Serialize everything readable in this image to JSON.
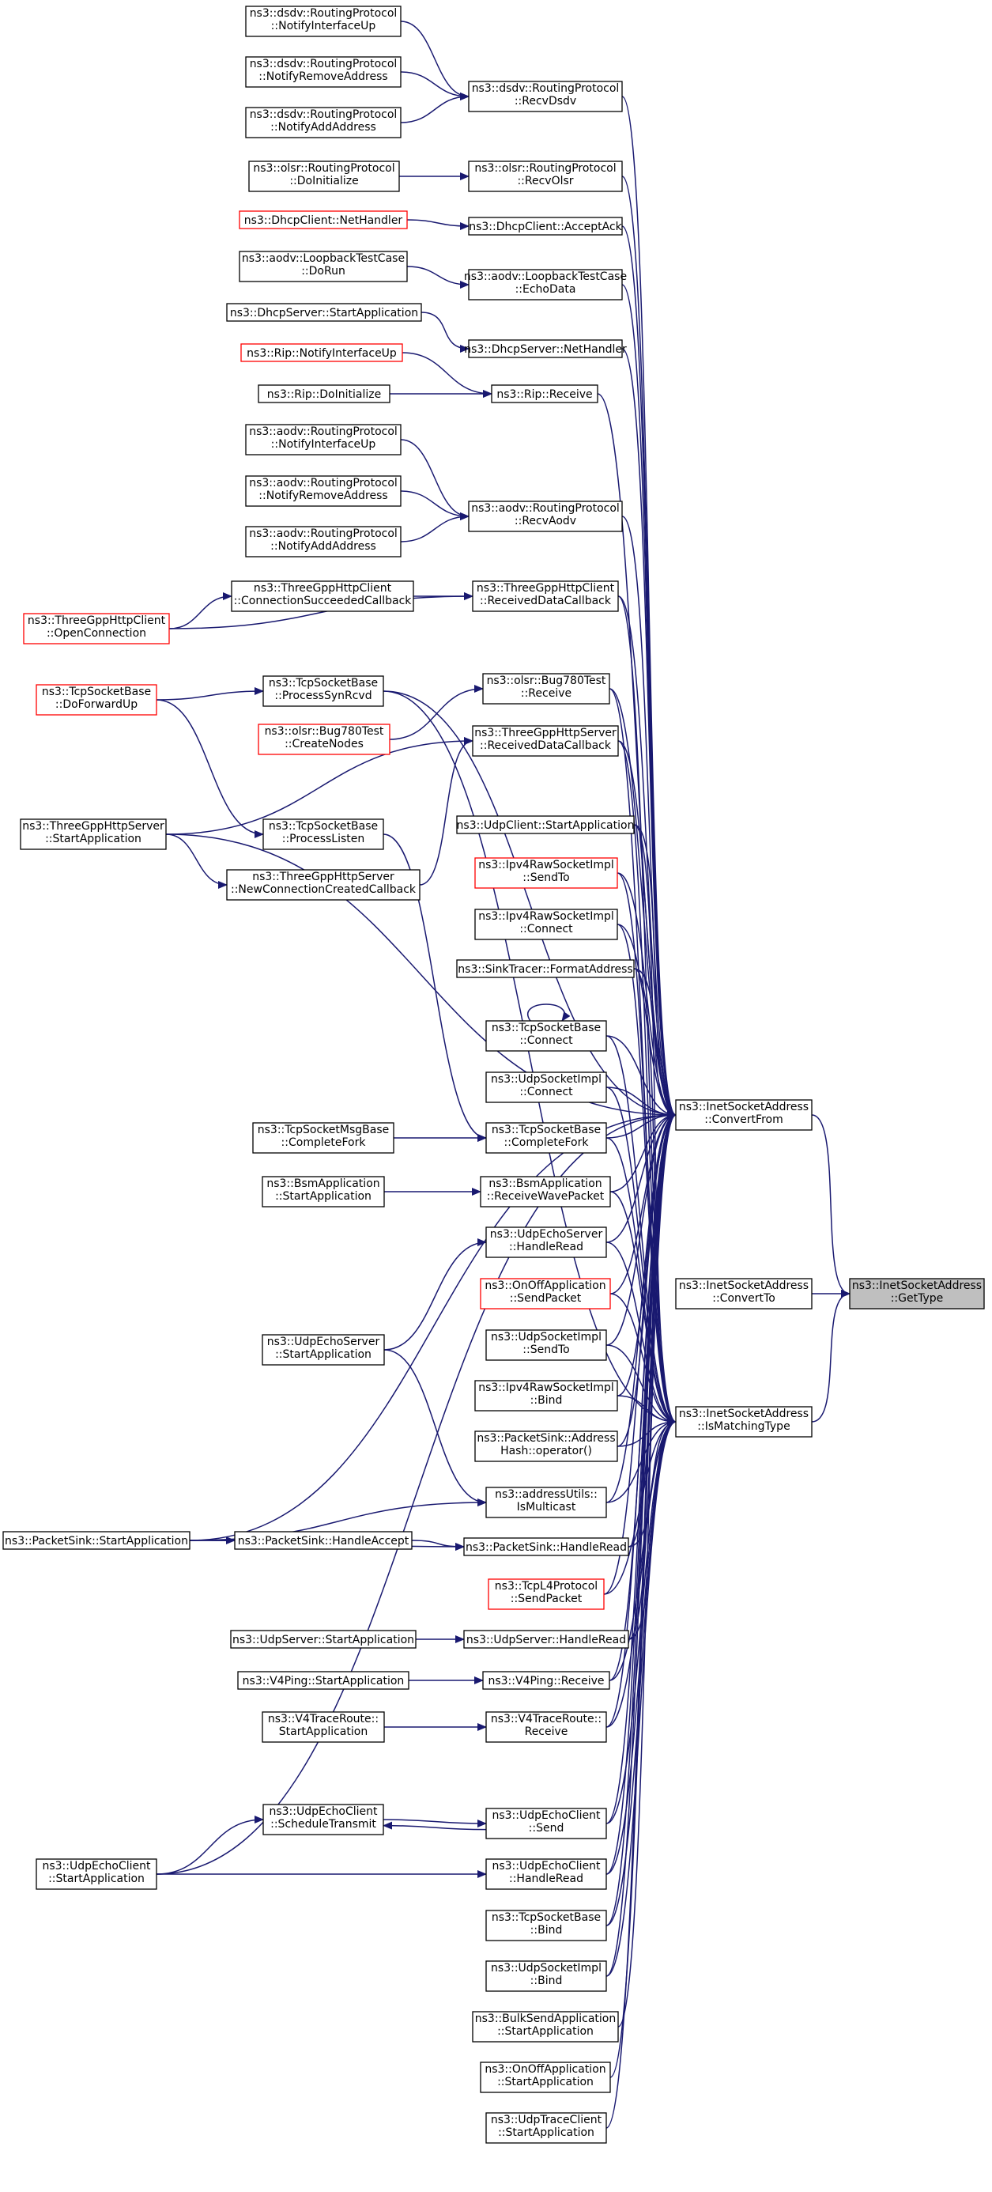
{
  "title": "ns3::InetSocketAddress::GetType caller graph",
  "colors": {
    "edge": "#191970",
    "node_border": "#000000",
    "node_border_link": "#ff0000",
    "focus_fill": "#bfbfbf"
  },
  "nodes": {
    "gettype": {
      "lines": [
        "ns3::InetSocketAddress",
        "::GetType"
      ],
      "style": "focus"
    },
    "convertfrom": {
      "lines": [
        "ns3::InetSocketAddress",
        "::ConvertFrom"
      ],
      "style": "normal"
    },
    "convertto": {
      "lines": [
        "ns3::InetSocketAddress",
        "::ConvertTo"
      ],
      "style": "normal"
    },
    "ismatchingtype": {
      "lines": [
        "ns3::InetSocketAddress",
        "::IsMatchingType"
      ],
      "style": "normal"
    },
    "dsdv_recv": {
      "lines": [
        "ns3::dsdv::RoutingProtocol",
        "::RecvDsdv"
      ],
      "style": "normal"
    },
    "dsdv_niu": {
      "lines": [
        "ns3::dsdv::RoutingProtocol",
        "::NotifyInterfaceUp"
      ],
      "style": "normal"
    },
    "dsdv_nra": {
      "lines": [
        "ns3::dsdv::RoutingProtocol",
        "::NotifyRemoveAddress"
      ],
      "style": "normal"
    },
    "dsdv_naa": {
      "lines": [
        "ns3::dsdv::RoutingProtocol",
        "::NotifyAddAddress"
      ],
      "style": "normal"
    },
    "olsr_recv": {
      "lines": [
        "ns3::olsr::RoutingProtocol",
        "::RecvOlsr"
      ],
      "style": "normal"
    },
    "olsr_init": {
      "lines": [
        "ns3::olsr::RoutingProtocol",
        "::DoInitialize"
      ],
      "style": "normal"
    },
    "dhcpc_ack": {
      "lines": [
        "ns3::DhcpClient::AcceptAck"
      ],
      "style": "normal"
    },
    "dhcpc_nh": {
      "lines": [
        "ns3::DhcpClient::NetHandler"
      ],
      "style": "red"
    },
    "aodv_echo": {
      "lines": [
        "ns3::aodv::LoopbackTestCase",
        "::EchoData"
      ],
      "style": "normal"
    },
    "aodv_dorun": {
      "lines": [
        "ns3::aodv::LoopbackTestCase",
        "::DoRun"
      ],
      "style": "normal"
    },
    "dhcps_nh": {
      "lines": [
        "ns3::DhcpServer::NetHandler"
      ],
      "style": "normal"
    },
    "dhcps_start": {
      "lines": [
        "ns3::DhcpServer::StartApplication"
      ],
      "style": "normal"
    },
    "rip_recv": {
      "lines": [
        "ns3::Rip::Receive"
      ],
      "style": "normal"
    },
    "rip_niu": {
      "lines": [
        "ns3::Rip::NotifyInterfaceUp"
      ],
      "style": "red"
    },
    "rip_init": {
      "lines": [
        "ns3::Rip::DoInitialize"
      ],
      "style": "normal"
    },
    "aodv_recv": {
      "lines": [
        "ns3::aodv::RoutingProtocol",
        "::RecvAodv"
      ],
      "style": "normal"
    },
    "aodv_niu": {
      "lines": [
        "ns3::aodv::RoutingProtocol",
        "::NotifyInterfaceUp"
      ],
      "style": "normal"
    },
    "aodv_nra": {
      "lines": [
        "ns3::aodv::RoutingProtocol",
        "::NotifyRemoveAddress"
      ],
      "style": "normal"
    },
    "aodv_naa": {
      "lines": [
        "ns3::aodv::RoutingProtocol",
        "::NotifyAddAddress"
      ],
      "style": "normal"
    },
    "http_csc": {
      "lines": [
        "ns3::ThreeGppHttpClient",
        "::ConnectionSucceededCallback"
      ],
      "style": "normal"
    },
    "http_rdc": {
      "lines": [
        "ns3::ThreeGppHttpClient",
        "::ReceivedDataCallback"
      ],
      "style": "normal"
    },
    "http_open": {
      "lines": [
        "ns3::ThreeGppHttpClient",
        "::OpenConnection"
      ],
      "style": "red"
    },
    "tcp_fwd": {
      "lines": [
        "ns3::TcpSocketBase",
        "::DoForwardUp"
      ],
      "style": "red"
    },
    "tcp_psr": {
      "lines": [
        "ns3::TcpSocketBase",
        "::ProcessSynRcvd"
      ],
      "style": "normal"
    },
    "olsr_bug_recv": {
      "lines": [
        "ns3::olsr::Bug780Test",
        "::Receive"
      ],
      "style": "normal"
    },
    "olsr_bug_cn": {
      "lines": [
        "ns3::olsr::Bug780Test",
        "::CreateNodes"
      ],
      "style": "red"
    },
    "https_rdc": {
      "lines": [
        "ns3::ThreeGppHttpServer",
        "::ReceivedDataCallback"
      ],
      "style": "normal"
    },
    "https_start": {
      "lines": [
        "ns3::ThreeGppHttpServer",
        "::StartApplication"
      ],
      "style": "normal"
    },
    "tcp_pl": {
      "lines": [
        "ns3::TcpSocketBase",
        "::ProcessListen"
      ],
      "style": "normal"
    },
    "https_ncc": {
      "lines": [
        "ns3::ThreeGppHttpServer",
        "::NewConnectionCreatedCallback"
      ],
      "style": "normal"
    },
    "udpc_start": {
      "lines": [
        "ns3::UdpClient::StartApplication"
      ],
      "style": "normal"
    },
    "ipv4raw_sendto": {
      "lines": [
        "ns3::Ipv4RawSocketImpl",
        "::SendTo"
      ],
      "style": "red"
    },
    "ipv4raw_connect": {
      "lines": [
        "ns3::Ipv4RawSocketImpl",
        "::Connect"
      ],
      "style": "normal"
    },
    "sink_fmt": {
      "lines": [
        "ns3::SinkTracer::FormatAddress"
      ],
      "style": "normal"
    },
    "tcp_connect": {
      "lines": [
        "ns3::TcpSocketBase",
        "::Connect"
      ],
      "style": "normal"
    },
    "udpsock_connect": {
      "lines": [
        "ns3::UdpSocketImpl",
        "::Connect"
      ],
      "style": "normal"
    },
    "tcp_cf": {
      "lines": [
        "ns3::TcpSocketBase",
        "::CompleteFork"
      ],
      "style": "normal"
    },
    "tcpmsg_cf": {
      "lines": [
        "ns3::TcpSocketMsgBase",
        "::CompleteFork"
      ],
      "style": "normal"
    },
    "bsm_rwp": {
      "lines": [
        "ns3::BsmApplication",
        "::ReceiveWavePacket"
      ],
      "style": "normal"
    },
    "bsm_start": {
      "lines": [
        "ns3::BsmApplication",
        "::StartApplication"
      ],
      "style": "normal"
    },
    "echos_hr": {
      "lines": [
        "ns3::UdpEchoServer",
        "::HandleRead"
      ],
      "style": "normal"
    },
    "onoff_sp": {
      "lines": [
        "ns3::OnOffApplication",
        "::SendPacket"
      ],
      "style": "red"
    },
    "echos_start": {
      "lines": [
        "ns3::UdpEchoServer",
        "::StartApplication"
      ],
      "style": "normal"
    },
    "udpsock_sendto": {
      "lines": [
        "ns3::UdpSocketImpl",
        "::SendTo"
      ],
      "style": "normal"
    },
    "ipv4raw_bind": {
      "lines": [
        "ns3::Ipv4RawSocketImpl",
        "::Bind"
      ],
      "style": "normal"
    },
    "sink_hash": {
      "lines": [
        "ns3::PacketSink::Address",
        "Hash::operator()"
      ],
      "style": "normal"
    },
    "addr_mc": {
      "lines": [
        "ns3::addressUtils::",
        "IsMulticast"
      ],
      "style": "normal"
    },
    "sink_start": {
      "lines": [
        "ns3::PacketSink::StartApplication"
      ],
      "style": "normal"
    },
    "sink_ha": {
      "lines": [
        "ns3::PacketSink::HandleAccept"
      ],
      "style": "normal"
    },
    "sink_hr": {
      "lines": [
        "ns3::PacketSink::HandleRead"
      ],
      "style": "normal"
    },
    "tcpl4_sp": {
      "lines": [
        "ns3::TcpL4Protocol",
        "::SendPacket"
      ],
      "style": "red"
    },
    "udps_start": {
      "lines": [
        "ns3::UdpServer::StartApplication"
      ],
      "style": "normal"
    },
    "udps_hr": {
      "lines": [
        "ns3::UdpServer::HandleRead"
      ],
      "style": "normal"
    },
    "v4ping_start": {
      "lines": [
        "ns3::V4Ping::StartApplication"
      ],
      "style": "normal"
    },
    "v4ping_recv": {
      "lines": [
        "ns3::V4Ping::Receive"
      ],
      "style": "normal"
    },
    "v4tr_start": {
      "lines": [
        "ns3::V4TraceRoute::",
        "StartApplication"
      ],
      "style": "normal"
    },
    "v4tr_recv": {
      "lines": [
        "ns3::V4TraceRoute::",
        "Receive"
      ],
      "style": "normal"
    },
    "echoc_st": {
      "lines": [
        "ns3::UdpEchoClient",
        "::ScheduleTransmit"
      ],
      "style": "normal"
    },
    "echoc_send": {
      "lines": [
        "ns3::UdpEchoClient",
        "::Send"
      ],
      "style": "normal"
    },
    "echoc_start": {
      "lines": [
        "ns3::UdpEchoClient",
        "::StartApplication"
      ],
      "style": "normal"
    },
    "echoc_hr": {
      "lines": [
        "ns3::UdpEchoClient",
        "::HandleRead"
      ],
      "style": "normal"
    },
    "tcp_bind": {
      "lines": [
        "ns3::TcpSocketBase",
        "::Bind"
      ],
      "style": "normal"
    },
    "udpsock_bind": {
      "lines": [
        "ns3::UdpSocketImpl",
        "::Bind"
      ],
      "style": "normal"
    },
    "bulk_start": {
      "lines": [
        "ns3::BulkSendApplication",
        "::StartApplication"
      ],
      "style": "normal"
    },
    "onoff_start": {
      "lines": [
        "ns3::OnOffApplication",
        "::StartApplication"
      ],
      "style": "normal"
    },
    "udptr_start": {
      "lines": [
        "ns3::UdpTraceClient",
        "::StartApplication"
      ],
      "style": "normal"
    }
  },
  "edges": [
    [
      "convertfrom",
      "gettype"
    ],
    [
      "convertto",
      "gettype"
    ],
    [
      "ismatchingtype",
      "gettype"
    ],
    [
      "dsdv_niu",
      "dsdv_recv"
    ],
    [
      "dsdv_nra",
      "dsdv_recv"
    ],
    [
      "dsdv_naa",
      "dsdv_recv"
    ],
    [
      "dsdv_recv",
      "convertfrom"
    ],
    [
      "olsr_init",
      "olsr_recv"
    ],
    [
      "olsr_recv",
      "convertfrom"
    ],
    [
      "dhcpc_nh",
      "dhcpc_ack"
    ],
    [
      "dhcpc_ack",
      "convertfrom"
    ],
    [
      "aodv_dorun",
      "aodv_echo"
    ],
    [
      "aodv_echo",
      "convertfrom"
    ],
    [
      "dhcps_start",
      "dhcps_nh"
    ],
    [
      "dhcps_nh",
      "convertfrom"
    ],
    [
      "rip_niu",
      "rip_recv"
    ],
    [
      "rip_init",
      "rip_recv"
    ],
    [
      "rip_recv",
      "convertfrom"
    ],
    [
      "aodv_niu",
      "aodv_recv"
    ],
    [
      "aodv_nra",
      "aodv_recv"
    ],
    [
      "aodv_naa",
      "aodv_recv"
    ],
    [
      "aodv_recv",
      "convertfrom"
    ],
    [
      "http_open",
      "http_csc"
    ],
    [
      "http_csc",
      "http_rdc"
    ],
    [
      "http_open",
      "http_rdc"
    ],
    [
      "http_rdc",
      "convertfrom"
    ],
    [
      "tcp_fwd",
      "tcp_psr"
    ],
    [
      "tcp_psr",
      "convertfrom"
    ],
    [
      "olsr_bug_cn",
      "olsr_bug_recv"
    ],
    [
      "olsr_bug_recv",
      "convertfrom"
    ],
    [
      "https_start",
      "https_rdc"
    ],
    [
      "https_ncc",
      "https_rdc"
    ],
    [
      "https_rdc",
      "convertfrom"
    ],
    [
      "tcp_fwd",
      "tcp_pl"
    ],
    [
      "https_start",
      "https_ncc"
    ],
    [
      "tcp_pl",
      "tcp_cf"
    ],
    [
      "udpc_start",
      "convertfrom"
    ],
    [
      "ipv4raw_sendto",
      "convertfrom"
    ],
    [
      "ipv4raw_connect",
      "convertfrom"
    ],
    [
      "sink_fmt",
      "convertfrom"
    ],
    [
      "tcp_connect",
      "tcp_connect"
    ],
    [
      "tcp_connect",
      "convertfrom"
    ],
    [
      "udpsock_connect",
      "convertfrom"
    ],
    [
      "tcpmsg_cf",
      "tcp_cf"
    ],
    [
      "tcp_cf",
      "convertfrom"
    ],
    [
      "bsm_start",
      "bsm_rwp"
    ],
    [
      "bsm_rwp",
      "convertfrom"
    ],
    [
      "echos_start",
      "echos_hr"
    ],
    [
      "echos_hr",
      "convertfrom"
    ],
    [
      "onoff_sp",
      "convertfrom"
    ],
    [
      "udpsock_sendto",
      "convertfrom"
    ],
    [
      "ipv4raw_bind",
      "convertfrom"
    ],
    [
      "sink_hash",
      "convertfrom"
    ],
    [
      "echos_start",
      "addr_mc"
    ],
    [
      "sink_start",
      "addr_mc"
    ],
    [
      "addr_mc",
      "convertfrom"
    ],
    [
      "sink_start",
      "sink_ha"
    ],
    [
      "sink_ha",
      "sink_hr"
    ],
    [
      "sink_start",
      "sink_hr"
    ],
    [
      "sink_hr",
      "convertfrom"
    ],
    [
      "tcpl4_sp",
      "convertfrom"
    ],
    [
      "udps_start",
      "udps_hr"
    ],
    [
      "udps_hr",
      "convertfrom"
    ],
    [
      "v4ping_start",
      "v4ping_recv"
    ],
    [
      "v4ping_recv",
      "convertfrom"
    ],
    [
      "v4tr_start",
      "v4tr_recv"
    ],
    [
      "v4tr_recv",
      "convertfrom"
    ],
    [
      "echoc_send",
      "echoc_st"
    ],
    [
      "echoc_st",
      "echoc_send"
    ],
    [
      "echoc_start",
      "echoc_st"
    ],
    [
      "echoc_start",
      "echoc_hr"
    ],
    [
      "echoc_send",
      "convertfrom"
    ],
    [
      "echoc_hr",
      "convertfrom"
    ],
    [
      "tcp_bind",
      "convertfrom"
    ],
    [
      "udpsock_bind",
      "convertfrom"
    ],
    [
      "sink_start",
      "convertfrom"
    ],
    [
      "https_start",
      "convertfrom"
    ],
    [
      "echoc_start",
      "convertfrom"
    ],
    [
      "bulk_start",
      "convertfrom"
    ],
    [
      "onoff_start",
      "convertfrom"
    ],
    [
      "udptr_start",
      "convertfrom"
    ],
    [
      "http_rdc",
      "ismatchingtype"
    ],
    [
      "tcp_psr",
      "ismatchingtype"
    ],
    [
      "olsr_bug_recv",
      "ismatchingtype"
    ],
    [
      "https_rdc",
      "ismatchingtype"
    ],
    [
      "udpc_start",
      "ismatchingtype"
    ],
    [
      "ipv4raw_sendto",
      "ismatchingtype"
    ],
    [
      "ipv4raw_connect",
      "ismatchingtype"
    ],
    [
      "sink_fmt",
      "ismatchingtype"
    ],
    [
      "tcp_connect",
      "ismatchingtype"
    ],
    [
      "udpsock_connect",
      "ismatchingtype"
    ],
    [
      "tcp_cf",
      "ismatchingtype"
    ],
    [
      "bsm_rwp",
      "ismatchingtype"
    ],
    [
      "echos_hr",
      "ismatchingtype"
    ],
    [
      "onoff_sp",
      "ismatchingtype"
    ],
    [
      "udpsock_sendto",
      "ismatchingtype"
    ],
    [
      "ipv4raw_bind",
      "ismatchingtype"
    ],
    [
      "sink_hash",
      "ismatchingtype"
    ],
    [
      "addr_mc",
      "ismatchingtype"
    ],
    [
      "sink_hr",
      "ismatchingtype"
    ],
    [
      "tcpl4_sp",
      "ismatchingtype"
    ],
    [
      "udps_hr",
      "ismatchingtype"
    ],
    [
      "v4ping_recv",
      "ismatchingtype"
    ],
    [
      "v4tr_recv",
      "ismatchingtype"
    ],
    [
      "echoc_send",
      "ismatchingtype"
    ],
    [
      "echoc_hr",
      "ismatchingtype"
    ],
    [
      "tcp_bind",
      "ismatchingtype"
    ],
    [
      "udpsock_bind",
      "ismatchingtype"
    ]
  ]
}
